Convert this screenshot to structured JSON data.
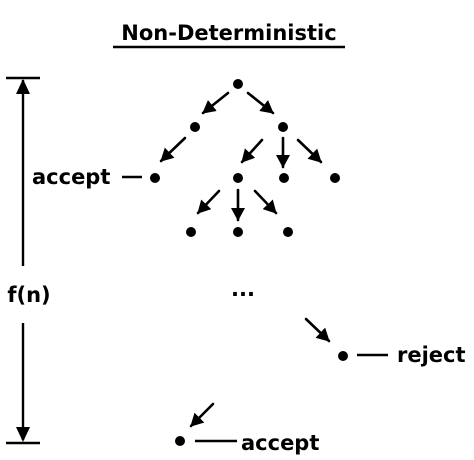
{
  "title": "Non-Deterministic",
  "time_axis": {
    "label": "f(n)"
  },
  "annotations": {
    "accept_upper": "accept",
    "reject": "reject",
    "accept_bottom": "accept",
    "ellipsis": "..."
  },
  "colors": {
    "ink": "#000000",
    "background": "#ffffff"
  }
}
